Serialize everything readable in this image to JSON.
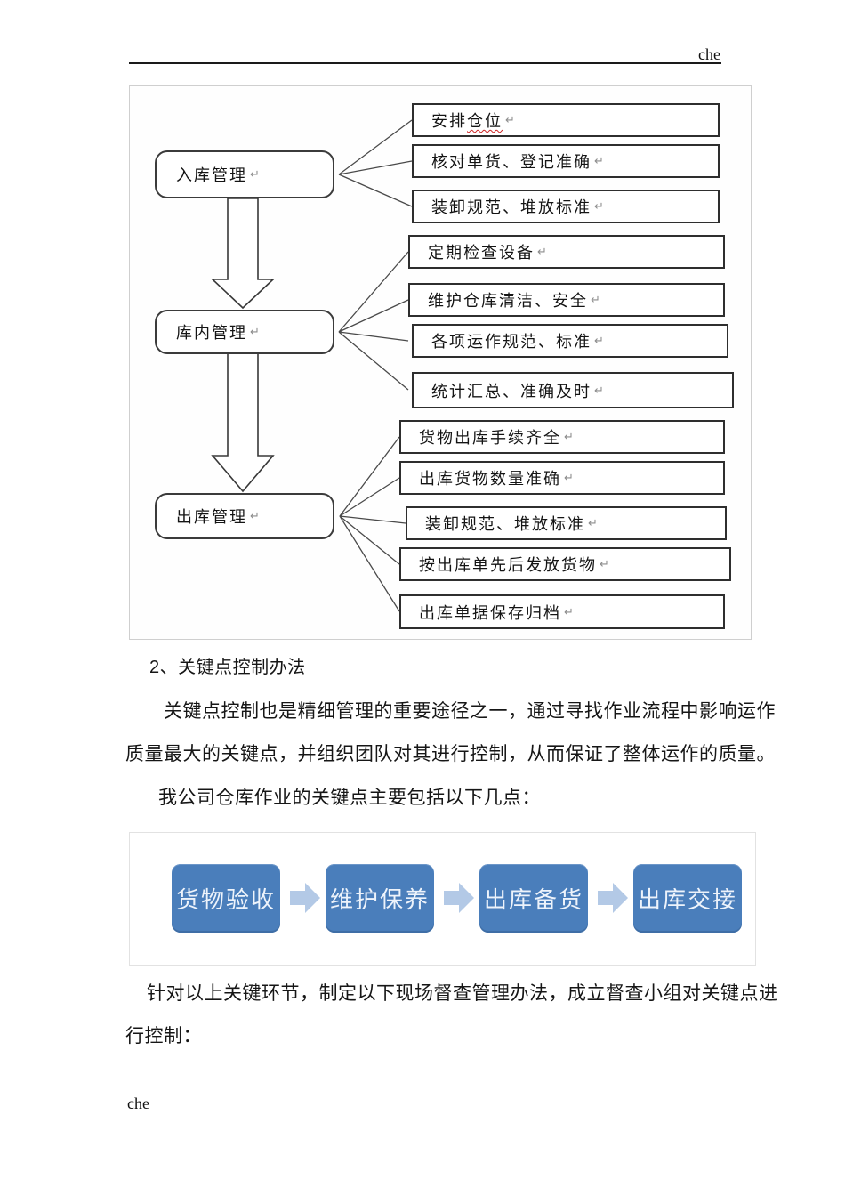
{
  "page": {
    "header_note": "che",
    "footer_note": "che"
  },
  "flow_diagram": {
    "return_mark": "↵",
    "spellcheck": {
      "prefix": "安排",
      "flagged": "仓位"
    },
    "groups": [
      {
        "label": "入库管理",
        "items": [
          "安排仓位",
          "核对单货、登记准确",
          "装卸规范、堆放标准"
        ]
      },
      {
        "label": "库内管理",
        "items": [
          "定期检查设备",
          "维护仓库清洁、安全",
          "各项运作规范、标准",
          "统计汇总、准确及时"
        ]
      },
      {
        "label": "出库管理",
        "items": [
          "货物出库手续齐全",
          "出库货物数量准确",
          "装卸规范、堆放标准",
          "按出库单先后发放货物",
          "出库单据保存归档"
        ]
      }
    ]
  },
  "body_text": {
    "heading": "2、关键点控制办法",
    "para1_line1": "关键点控制也是精细管理的重要途径之一，通过寻找作业流程中影响运作",
    "para1_line2": "质量最大的关键点，并组织团队对其进行控制，从而保证了整体运作的质量。",
    "para2": "我公司仓库作业的关键点主要包括以下几点：",
    "para3_line1": "针对以上关键环节，制定以下现场督查管理办法，成立督查小组对关键点进",
    "para3_line2": "行控制："
  },
  "process_chart": {
    "steps": [
      "货物验收",
      "维护保养",
      "出库备货",
      "出库交接"
    ],
    "box_color": "#4a7ebb",
    "arrow_color": "#b3c9e6",
    "text_color": "#edf3fb"
  }
}
